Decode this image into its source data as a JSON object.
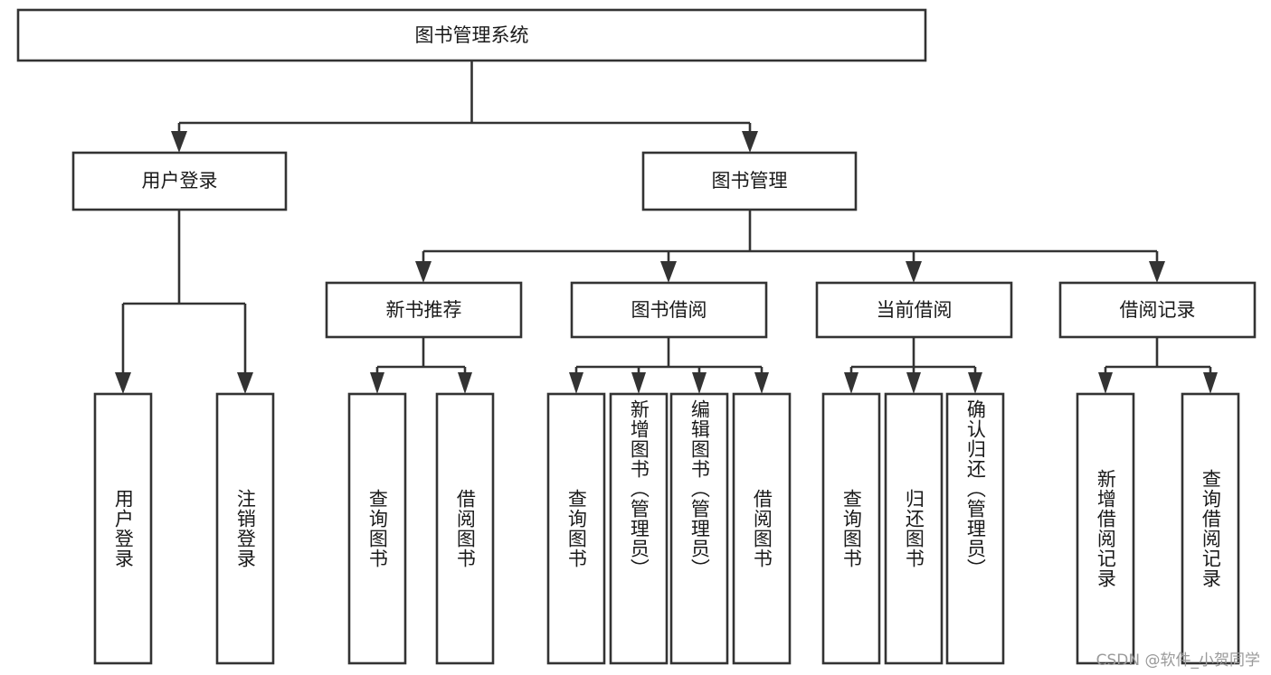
{
  "diagram": {
    "title": "图书管理系统",
    "type": "hierarchy-tree",
    "watermark": "CSDN @软件_小贺同学",
    "colors": {
      "stroke": "#333333",
      "fill": "#ffffff",
      "text": "#1a1a1a",
      "watermark": "#9a9a9a"
    },
    "levels": {
      "root": {
        "label": "图书管理系统"
      },
      "level2": [
        {
          "label": "用户登录"
        },
        {
          "label": "图书管理"
        }
      ],
      "level3": [
        {
          "label": "新书推荐"
        },
        {
          "label": "图书借阅"
        },
        {
          "label": "当前借阅"
        },
        {
          "label": "借阅记录"
        }
      ],
      "leaves": {
        "user_login": [
          {
            "label": "用户登录"
          },
          {
            "label": "注销登录"
          }
        ],
        "new_book": [
          {
            "label": "查询图书"
          },
          {
            "label": "借阅图书"
          }
        ],
        "book_borrow": [
          {
            "label": "查询图书"
          },
          {
            "label": "新增图书（管理员）"
          },
          {
            "label": "编辑图书（管理员）"
          },
          {
            "label": "借阅图书"
          }
        ],
        "current_borrow": [
          {
            "label": "查询图书"
          },
          {
            "label": "归还图书"
          },
          {
            "label": "确认归还（管理员）"
          }
        ],
        "borrow_record": [
          {
            "label": "新增借阅记录"
          },
          {
            "label": "查询借阅记录"
          }
        ]
      }
    }
  }
}
